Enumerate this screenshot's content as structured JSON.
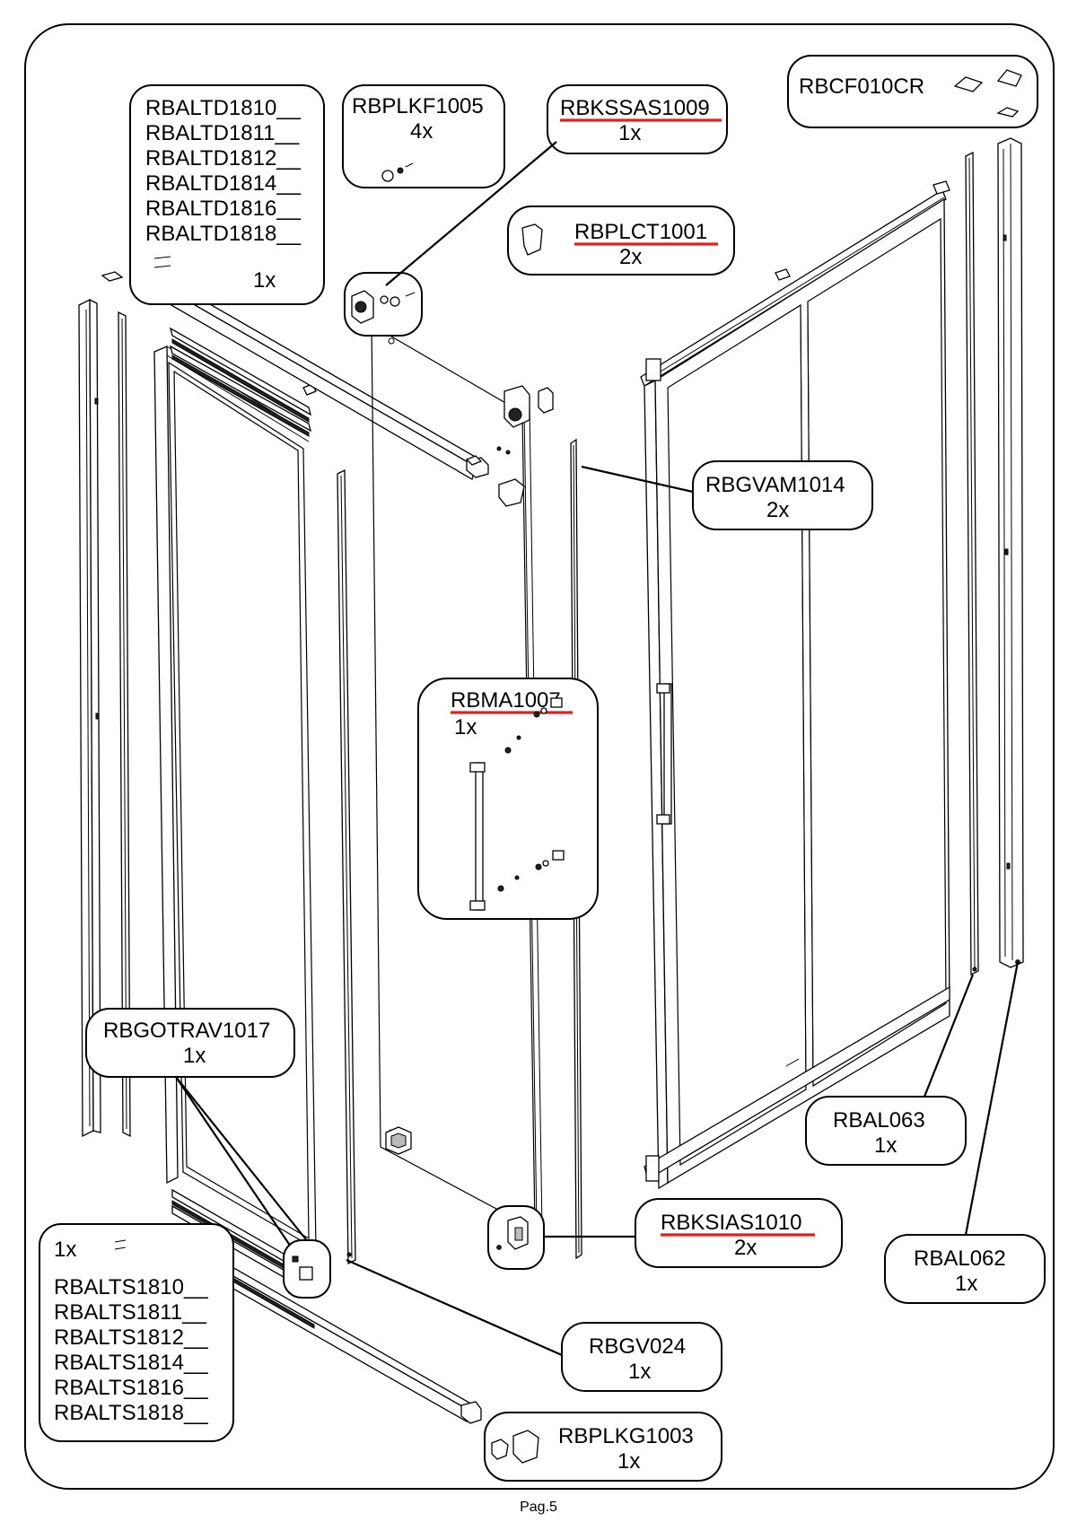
{
  "page_number": "Pag.5",
  "callouts": {
    "top_profiles": {
      "codes": [
        "RBALTD1810__",
        "RBALTD1811__",
        "RBALTD1812__",
        "RBALTD1814__",
        "RBALTD1816__",
        "RBALTD1818__"
      ],
      "qty": "1x"
    },
    "plkf": {
      "code": "RBPLKF1005",
      "qty": "4x"
    },
    "kssas": {
      "code": "RBKSSAS1009",
      "qty": "1x",
      "highlighted": true
    },
    "cf": {
      "code": "RBCF010CR"
    },
    "plct": {
      "code": "RBPLCT1001",
      "qty": "2x",
      "highlighted": true
    },
    "gvam": {
      "code": "RBGVAM1014",
      "qty": "2x"
    },
    "ma": {
      "code": "RBMA1007",
      "qty": "1x",
      "highlighted": true
    },
    "gotrav": {
      "code": "RBGOTRAV1017",
      "qty": "1x"
    },
    "al063": {
      "code": "RBAL063",
      "qty": "1x"
    },
    "ksias": {
      "code": "RBKSIAS1010",
      "qty": "2x",
      "highlighted": true
    },
    "al062": {
      "code": "RBAL062",
      "qty": "1x"
    },
    "bottom_profiles": {
      "qty": "1x",
      "codes": [
        "RBALTS1810__",
        "RBALTS1811__",
        "RBALTS1812__",
        "RBALTS1814__",
        "RBALTS1816__",
        "RBALTS1818__"
      ]
    },
    "gv": {
      "code": "RBGV024",
      "qty": "1x"
    },
    "plkg": {
      "code": "RBPLKG1003",
      "qty": "1x"
    }
  },
  "colors": {
    "highlight_underline": "#e02020",
    "line": "#000000",
    "background": "#ffffff"
  }
}
